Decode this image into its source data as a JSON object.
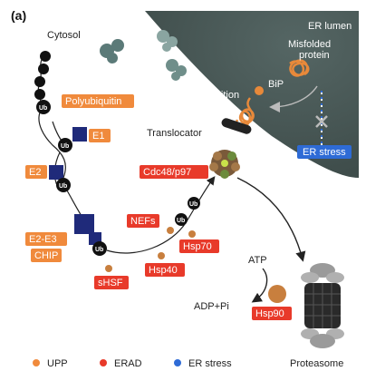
{
  "panel_label": "(a)",
  "regions": {
    "cytosol": "Cytosol",
    "er_lumen": "ER lumen"
  },
  "labels": {
    "misfolded_protein": [
      "Misfolded",
      "protein"
    ],
    "recognition": "Recognition",
    "bip": "BiP",
    "translocator": "Translocator",
    "er_stress": "ER stress",
    "cdc48": "Cdc48/p97",
    "polyubiquitin": "Polyubiquitin",
    "e1": "E1",
    "e2": "E2",
    "e2e3": "E2-E3",
    "chip": "CHIP",
    "nefs": "NEFs",
    "hsp70": "Hsp70",
    "hsp40": "Hsp40",
    "shsf": "sHSF",
    "atp": "ATP",
    "adp": "ADP+Pi",
    "hsp90": "Hsp90",
    "proteasome": "Proteasome",
    "ub": "Ub"
  },
  "legend": [
    {
      "label": "UPP",
      "color": "#f08a3c"
    },
    {
      "label": "ERAD",
      "color": "#e83a2a"
    },
    {
      "label": "ER stress",
      "color": "#2e6bd6"
    }
  ],
  "colors": {
    "er_lumen": "#4a5a58",
    "ubiquitin": "#111111",
    "enzyme": "#1f2a7a",
    "upp": "#f08a3c",
    "erad": "#e83a2a",
    "er_stress": "#2e6bd6",
    "chaperone_ball": "#c87f3e"
  }
}
